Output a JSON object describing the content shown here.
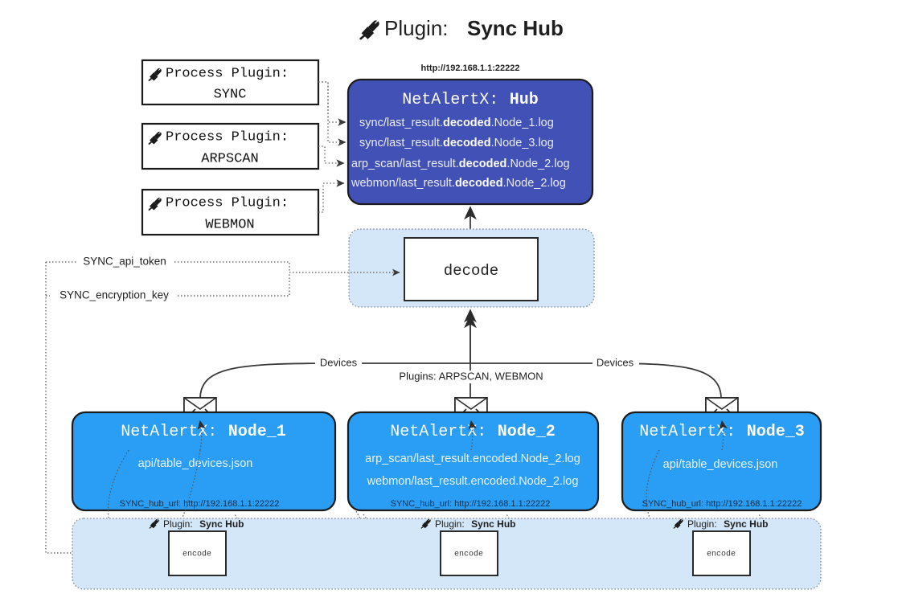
{
  "title": {
    "icon": "plug-icon",
    "prefix": "Plugin:",
    "name": "Sync Hub"
  },
  "process_plugins": [
    {
      "icon": "plug-icon",
      "heading": "Process Plugin:",
      "name": "SYNC"
    },
    {
      "icon": "plug-icon",
      "heading": "Process Plugin:",
      "name": "ARPSCAN"
    },
    {
      "icon": "plug-icon",
      "heading": "Process Plugin:",
      "name": "WEBMON"
    }
  ],
  "hub": {
    "url": "http://192.168.1.1:22222",
    "title_prefix": "NetAlertX:",
    "title_name": "Hub",
    "logs": [
      {
        "pre": "sync/last_result.",
        "em": "decoded",
        "post": ".Node_1.log"
      },
      {
        "pre": "sync/last_result.",
        "em": "decoded",
        "post": ".Node_3.log"
      },
      {
        "pre": "arp_scan/last_result.",
        "em": "decoded",
        "post": ".Node_2.log"
      },
      {
        "pre": "webmon/last_result.",
        "em": "decoded",
        "post": ".Node_2.log"
      }
    ]
  },
  "decode": {
    "label": "decode"
  },
  "tokens": [
    {
      "label": "SYNC_api_token"
    },
    {
      "label": "SYNC_encryption_key"
    }
  ],
  "edge_labels": {
    "left_devices": "Devices",
    "right_devices": "Devices",
    "center_plugins": "Plugins: ARPSCAN, WEBMON"
  },
  "nodes": [
    {
      "title_prefix": "NetAlertX:",
      "title_name": "Node_1",
      "lines": [
        "api/table_devices.json"
      ],
      "hub_url_label": "SYNC_hub_url: http://192.168.1.1:22222",
      "icon": "envelope-icon"
    },
    {
      "title_prefix": "NetAlertX:",
      "title_name": "Node_2",
      "lines": [
        "arp_scan/last_result.encoded.Node_2.log",
        "webmon/last_result.encoded.Node_2.log"
      ],
      "hub_url_label": "SYNC_hub_url: http://192.168.1.1:22222",
      "icon": "envelope-icon"
    },
    {
      "title_prefix": "NetAlertX:",
      "title_name": "Node_3",
      "lines": [
        "api/table_devices.json"
      ],
      "hub_url_label": "SYNC_hub_url: http://192.168.1.1:22222",
      "icon": "envelope-icon"
    }
  ],
  "encoders": [
    {
      "plugin_prefix": "Plugin:",
      "plugin_name": "Sync Hub",
      "label": "encode",
      "icon": "plug-icon"
    },
    {
      "plugin_prefix": "Plugin:",
      "plugin_name": "Sync Hub",
      "label": "encode",
      "icon": "plug-icon"
    },
    {
      "plugin_prefix": "Plugin:",
      "plugin_name": "Sync Hub",
      "label": "encode",
      "icon": "plug-icon"
    }
  ],
  "colors": {
    "hub_fill": "#4251b5",
    "node_fill": "#2a9df4",
    "panel_fill": "#d3e7f8",
    "stroke": "#1b1b1b",
    "background": "#ffffff"
  }
}
